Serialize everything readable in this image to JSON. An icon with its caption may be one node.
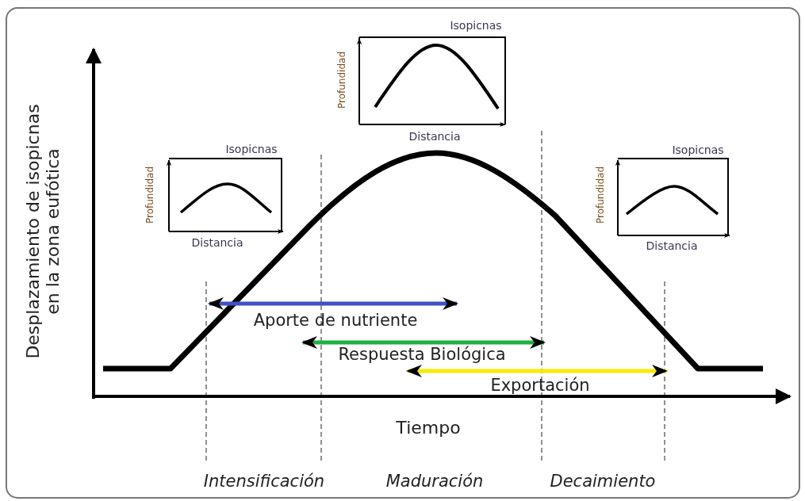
{
  "diagram": {
    "labels": [
      "Isopicnas",
      "Profundidad",
      "Distancia",
      "Desplazamiento de isopicnas en la zona eufótica",
      "Isopicnas",
      "Profundidad",
      "Distancia",
      "Isopicnas",
      "Profundidad",
      "Distancia",
      "Aporte de nutriente",
      "Respuesta Biológica",
      "Exportación",
      "Tiempo",
      "Intensificación",
      "Maduración",
      "Decaimiento"
    ]
  }
}
